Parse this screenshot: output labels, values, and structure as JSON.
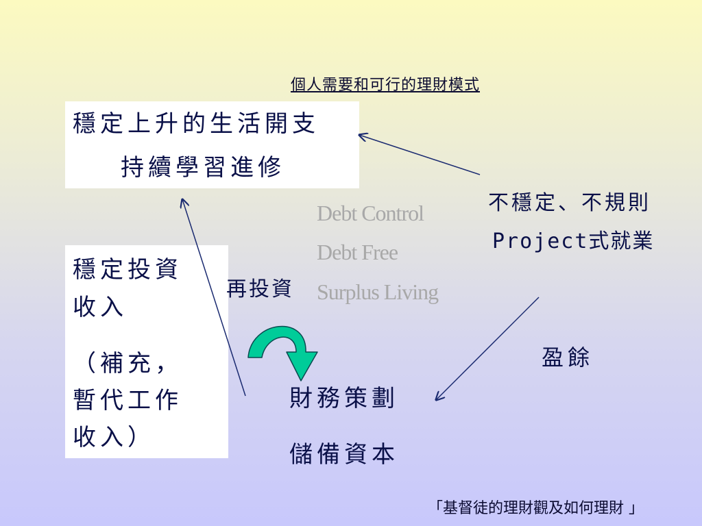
{
  "title": "個人需要和可行的理財模式",
  "top_box": {
    "line1": "穩定上升的生活開支",
    "line2": "持續學習進修"
  },
  "left_box": {
    "lines": [
      "穩定投資",
      "收入",
      "（補充，",
      "暫代工作",
      "收入）"
    ]
  },
  "right_box": {
    "line1": "不穩定、不規則",
    "line2": "Project式就業"
  },
  "stages": [
    "Debt Control",
    "Debt Free",
    "Surplus Living"
  ],
  "reinvest_label": "再投資",
  "surplus_label": "盈餘",
  "center_box": {
    "line1": "財務策劃",
    "line2": "儲備資本"
  },
  "source": "「基督徒的理財觀及如何理財 」",
  "colors": {
    "text": "#0a1048",
    "arrow": "#1a2a70",
    "curved_arrow_fill": "#00cc99",
    "stage_text": "#a8a8a8"
  }
}
